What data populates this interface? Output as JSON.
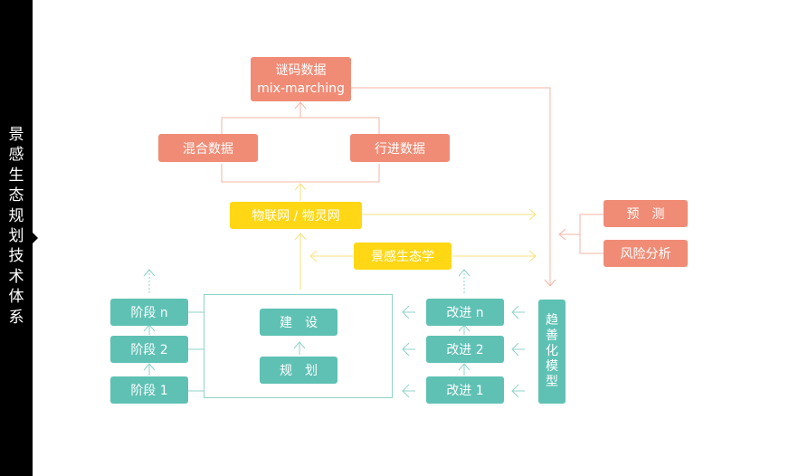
{
  "sidebar": {
    "title": "景\n感\n生\n态\n规\n划\n技\n术\n体\n系"
  },
  "top": {
    "line1": "谜码数据",
    "line2": "mix-marching"
  },
  "data_sources": {
    "hybrid": "混合数据",
    "behavior": "行进数据"
  },
  "iot": {
    "label": "物联网 / 物灵网"
  },
  "ecology": {
    "label": "景感生态学"
  },
  "analysis": {
    "predict": "预　测",
    "risk": "风险分析"
  },
  "stages": {
    "n": "阶段 n",
    "two": "阶段 2",
    "one": "阶段 1"
  },
  "core": {
    "build": "建　设",
    "plan": "规　划"
  },
  "improve": {
    "n": "改进 n",
    "two": "改进 2",
    "one": "改进 1"
  },
  "model": {
    "label": "趋\n善\n化\n模\n型"
  },
  "colors": {
    "salmon": "#f08c76",
    "yellow": "#ffd714",
    "teal": "#5ec1b4",
    "sidebar": "#000000"
  }
}
